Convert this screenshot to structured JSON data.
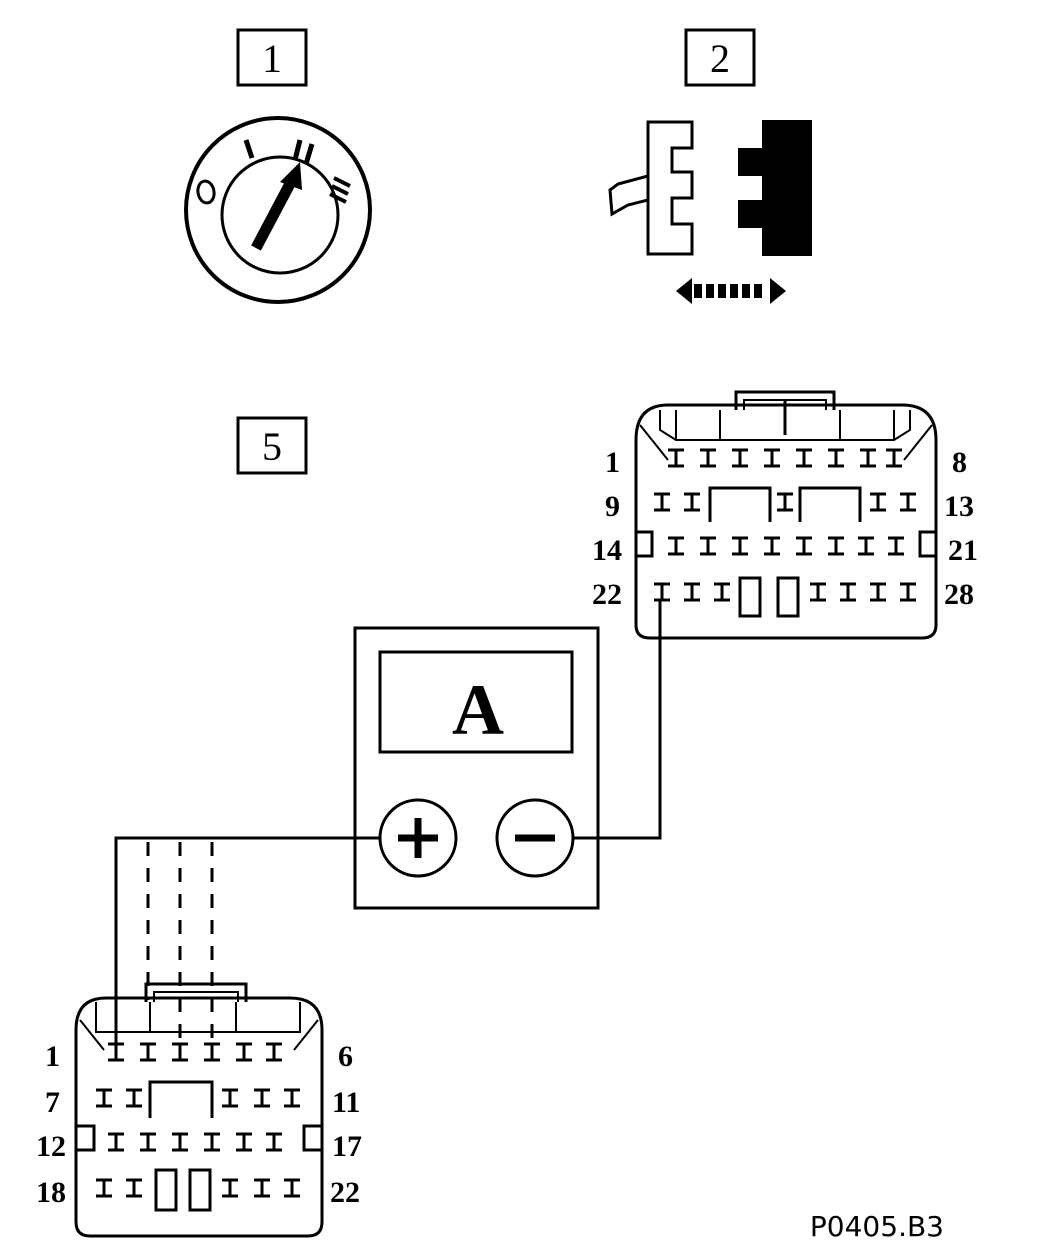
{
  "callouts": {
    "ignition": "1",
    "connector_action": "2",
    "step": "5"
  },
  "ignition_switch": {
    "positions": [
      "0",
      "I",
      "II",
      "III"
    ]
  },
  "meter": {
    "symbol": "A",
    "plus": "+",
    "minus": "−"
  },
  "upper_connector": {
    "row_labels_left": [
      "1",
      "9",
      "14",
      "22"
    ],
    "row_labels_right": [
      "8",
      "13",
      "21",
      "28"
    ]
  },
  "lower_connector": {
    "row_labels_left": [
      "1",
      "7",
      "12",
      "18"
    ],
    "row_labels_right": [
      "6",
      "11",
      "17",
      "22"
    ]
  },
  "reference": "P0405.B3",
  "colors": {
    "ink": "#000000",
    "paper": "#ffffff"
  }
}
